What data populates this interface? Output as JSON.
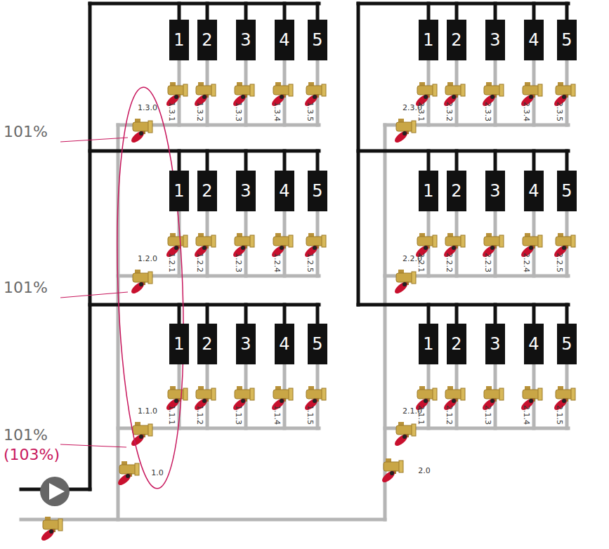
{
  "diagram": {
    "nodes": [
      {
        "text": [
          "1"
        ]
      },
      {
        "text": [
          "2"
        ]
      },
      {
        "text": [
          "3"
        ]
      },
      {
        "text": [
          "4"
        ]
      },
      {
        "text": [
          "5"
        ]
      },
      {
        "text": [
          "1"
        ]
      },
      {
        "text": [
          "2"
        ]
      },
      {
        "text": [
          "3"
        ]
      },
      {
        "text": [
          "4"
        ]
      },
      {
        "text": [
          "5"
        ]
      },
      {
        "text": [
          "1"
        ]
      },
      {
        "text": [
          "2"
        ]
      },
      {
        "text": [
          "3"
        ]
      },
      {
        "text": [
          "4"
        ]
      },
      {
        "text": [
          "5"
        ]
      },
      {
        "text": [
          "1"
        ]
      },
      {
        "text": [
          "2"
        ]
      },
      {
        "text": [
          "3"
        ]
      },
      {
        "text": [
          "4"
        ]
      },
      {
        "text": [
          "5"
        ]
      },
      {
        "text": [
          "1"
        ]
      },
      {
        "text": [
          "2"
        ]
      },
      {
        "text": [
          "3"
        ]
      },
      {
        "text": [
          "4"
        ]
      },
      {
        "text": [
          "5"
        ]
      },
      {
        "text": [
          "1"
        ]
      },
      {
        "text": [
          "2"
        ]
      },
      {
        "text": [
          "3"
        ]
      },
      {
        "text": [
          "4"
        ]
      },
      {
        "text": [
          "5"
        ]
      }
    ],
    "labels": [
      "101%",
      "1.3.0",
      "1.3.1",
      "1.3.2",
      "1.3.3",
      "1.3.4",
      "1.3.5",
      "2.3.0",
      "2.3.1",
      "2.3.2",
      "2.3.3",
      "2.3.4",
      "2.3.5",
      "101%",
      "1.2.0",
      "1.2.1",
      "1.2.2",
      "1.2.3",
      "1.2.4",
      "1.2.5",
      "2.2.0",
      "2.2.1",
      "2.2.2",
      "2.2.3",
      "2.2.4",
      "2.2.5",
      "101%",
      "(103%)",
      "1.1.0",
      "1.1.1",
      "1.1.2",
      "1.1.3",
      "1.1.4",
      "1.1.5",
      "2.1.0",
      "2.1.1",
      "2.1.2",
      "2.1.3",
      "2.1.4",
      "2.1.5",
      "1.0",
      "2.0"
    ]
  }
}
